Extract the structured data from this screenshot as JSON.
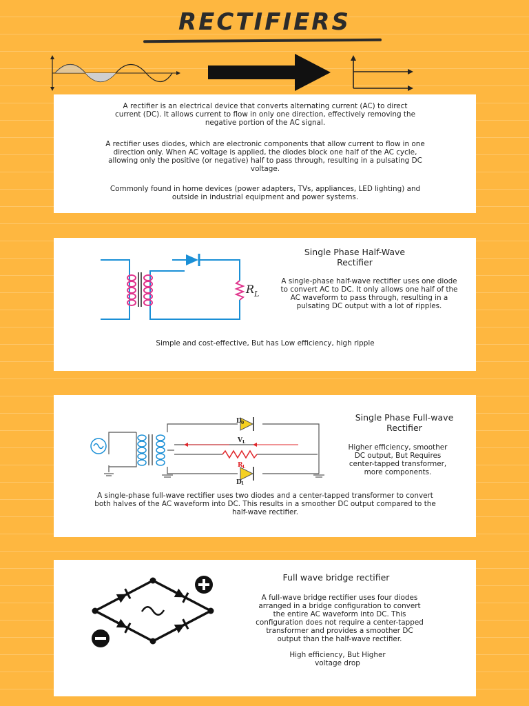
{
  "title": "RECTIFIERS",
  "colors": {
    "background": "#FEB740",
    "card": "#ffffff",
    "circuit_wire": "#1a8fd6",
    "coil": "#e0338c",
    "diode_yellow": "#f5d021",
    "resistor_red": "#e0252a"
  },
  "intro": {
    "p1": "A rectifier is an electrical device that converts alternating current (AC) to direct current (DC). It allows current to flow in only one direction, effectively removing the negative portion of the AC signal.",
    "p2": "A rectifier uses diodes, which are electronic components that allow current to flow in one direction only. When AC voltage is applied, the diodes block one half of the AC cycle, allowing only the positive (or negative) half to pass through, resulting in a pulsating DC voltage.",
    "p3": "Commonly found in home devices (power adapters, TVs, appliances, LED lighting) and outside in industrial equipment and power systems."
  },
  "half_wave": {
    "title": "Single Phase Half-Wave Rectifier",
    "description": "A single-phase half-wave rectifier uses one diode to convert AC to DC. It only allows one half of the AC waveform to pass through, resulting in a pulsating DC output with a lot of ripples.",
    "note": "Simple and cost-effective, But has Low efficiency, high ripple",
    "resistor_label": "R",
    "resistor_subscript": "L"
  },
  "full_wave": {
    "title": "Single Phase Full-wave Rectifier",
    "pros_cons": "Higher efficiency, smoother DC output, But Requires center-tapped transformer, more components.",
    "description": "A single-phase full-wave rectifier uses two diodes and a center-tapped transformer to convert both halves of the AC waveform into DC. This results in a smoother DC output compared to the half-wave rectifier.",
    "d0_label": "D",
    "d0_sub": "0",
    "d1_label": "D",
    "d1_sub": "1",
    "vl_label": "V",
    "vl_sub": "L",
    "rl_label": "R",
    "rl_sub": "L"
  },
  "bridge": {
    "title": "Full wave bridge rectifier",
    "description": "A full-wave bridge rectifier uses four diodes arranged in a bridge configuration to convert the entire AC waveform into DC. This configuration does not require a center-tapped transformer and provides a smoother DC output than the half-wave rectifier.",
    "note": "High efficiency, But Higher voltage drop"
  }
}
